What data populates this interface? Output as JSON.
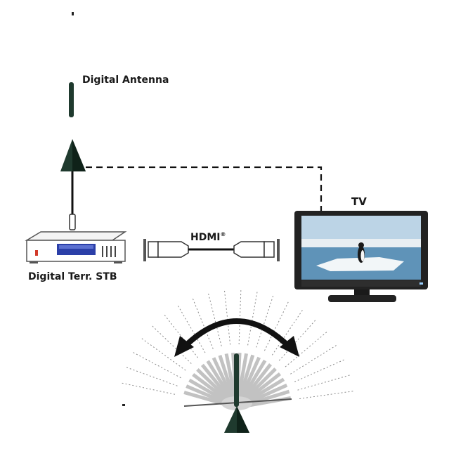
{
  "labels": {
    "antenna": "Digital Antenna",
    "tv": "TV",
    "hdmi": "HDMI",
    "hdmi_mark": "®",
    "stb": "Digital Terr. STB"
  },
  "colors": {
    "antenna": "#1f3a2e",
    "cable": "#111111",
    "stb_display": "#2b3fa8",
    "stb_led": "#d23a2a",
    "tv_bezel": "#222222",
    "tv_screen_sky": "#bcd4e6",
    "tv_screen_water": "#5f93b8",
    "ray": "#bdbdbd",
    "arc": "#111111"
  }
}
